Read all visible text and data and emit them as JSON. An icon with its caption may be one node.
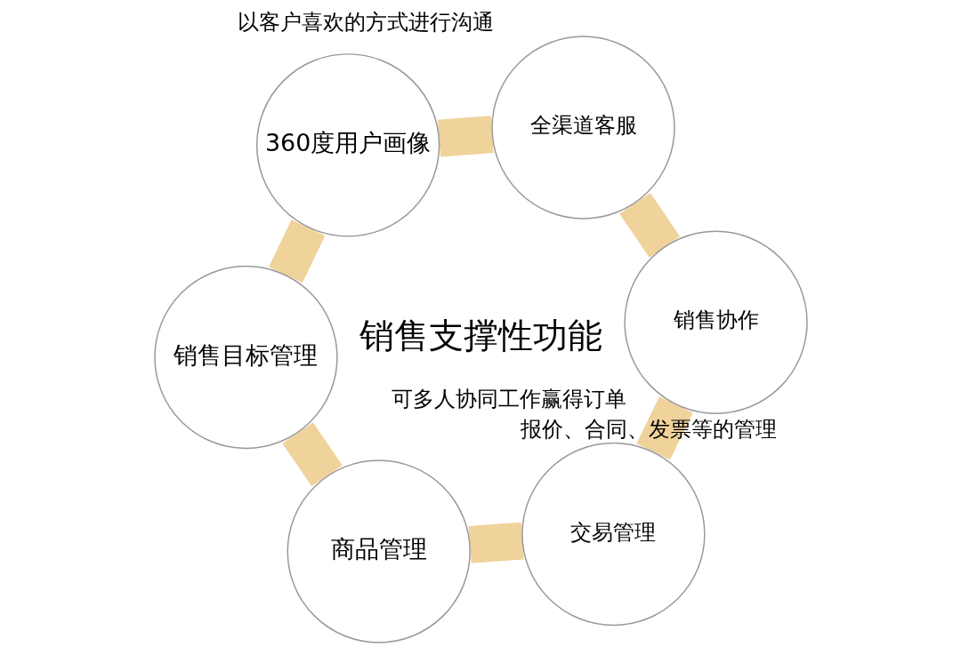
{
  "diagram": {
    "nodes": [
      {
        "text": [
          "销售目标管理"
        ]
      },
      {
        "text": [
          "商品管理"
        ]
      },
      {
        "text": [
          "交易管理"
        ],
        "beside": [
          "报价、合同、发票等的管理"
        ]
      },
      {
        "text": [
          "销售协作"
        ],
        "beside": [
          "可多人协同工作赢得订单"
        ]
      },
      {
        "text": [
          "全渠道客服"
        ],
        "beside": [
          "以客户喜欢的方式进行沟通"
        ]
      },
      {
        "text": [
          "360度用户画像"
        ]
      }
    ],
    "edges": [
      {
        "from": 0,
        "to": 1,
        "arrow": "none"
      },
      {
        "from": 1,
        "to": 2,
        "arrow": "none"
      },
      {
        "from": 2,
        "to": 3,
        "arrow": "none"
      },
      {
        "from": 3,
        "to": 4,
        "arrow": "none"
      },
      {
        "from": 4,
        "to": 5,
        "arrow": "none"
      },
      {
        "from": 5,
        "to": 0,
        "arrow": "none"
      }
    ],
    "labels": [
      "销售支撑性功能"
    ]
  }
}
